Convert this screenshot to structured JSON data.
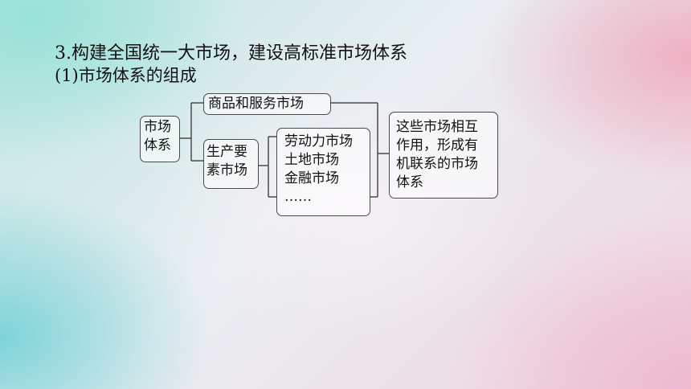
{
  "heading": {
    "title": "3.构建全国统一大市场，建设高标准市场体系",
    "subtitle": "(1)市场体系的组成"
  },
  "diagram": {
    "root": [
      "市场",
      "体系"
    ],
    "goods_services": "商品和服务市场",
    "factor_markets": [
      "生产要",
      "素市场"
    ],
    "factor_list": [
      "劳动力市场",
      "土地市场",
      "金融市场",
      "……"
    ],
    "conclusion": [
      "这些市场相互",
      "作用，形成有",
      "机联系的市场",
      "体系"
    ]
  },
  "colors": {
    "line": "#4a4a4a",
    "text": "#111111"
  }
}
